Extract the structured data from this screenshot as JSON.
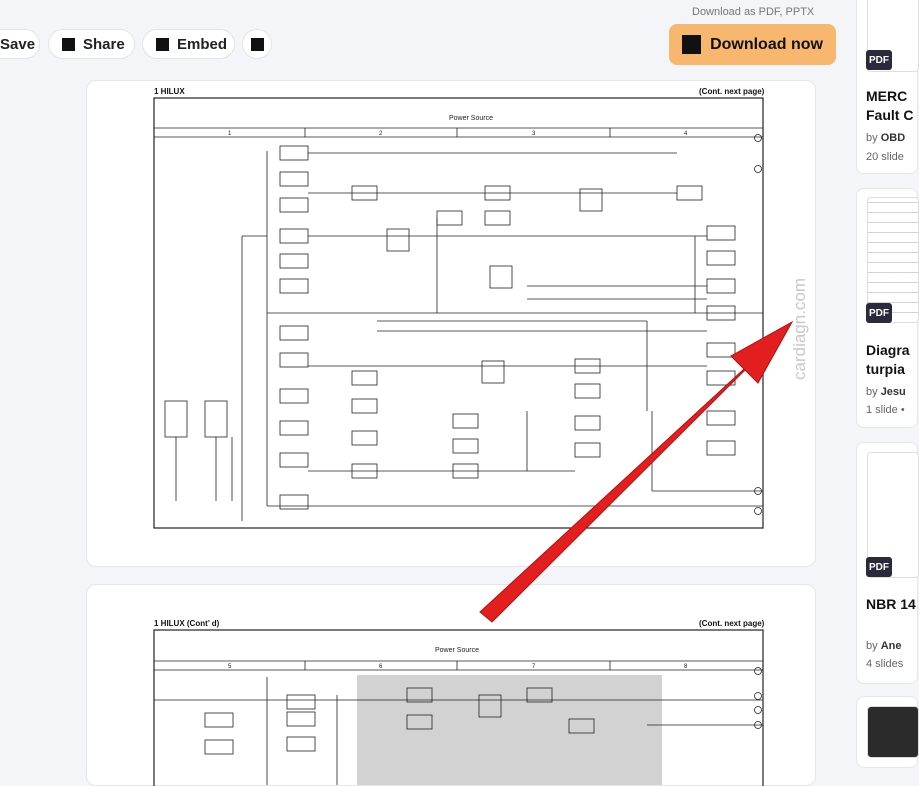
{
  "toolbar": {
    "save_label": "Save",
    "share_label": "Share",
    "embed_label": "Embed",
    "download_note": "Download as PDF, PPTX",
    "download_label": "Download now"
  },
  "slide1": {
    "header_left": "1  HILUX",
    "header_right": "(Cont.  next page)",
    "power_source": "Power Source",
    "columns": [
      "1",
      "2",
      "3",
      "4"
    ],
    "watermark": "cardiagn.com"
  },
  "slide2": {
    "header_left": "1  HILUX (Cont’ d)",
    "header_right": "(Cont.  next page)",
    "power_source": "Power Source",
    "columns": [
      "5",
      "6",
      "7",
      "8"
    ]
  },
  "sidebar": {
    "cards": [
      {
        "badge": "PDF",
        "title_1": "MERC",
        "title_2": "Fault C",
        "by": "by",
        "author": "OBD",
        "meta": "20 slide"
      },
      {
        "badge": "PDF",
        "title_1": "Diagra",
        "title_2": "turpia",
        "by": "by",
        "author": "Jesu",
        "meta": "1 slide •"
      },
      {
        "badge": "PDF",
        "title_1": "NBR 14",
        "title_2": "",
        "by": "by",
        "author": "Ane",
        "meta": "4 slides"
      }
    ]
  },
  "colors": {
    "download_button": "#f7b76f",
    "arrow": "#e31e1e",
    "accent_text": "#111111"
  }
}
